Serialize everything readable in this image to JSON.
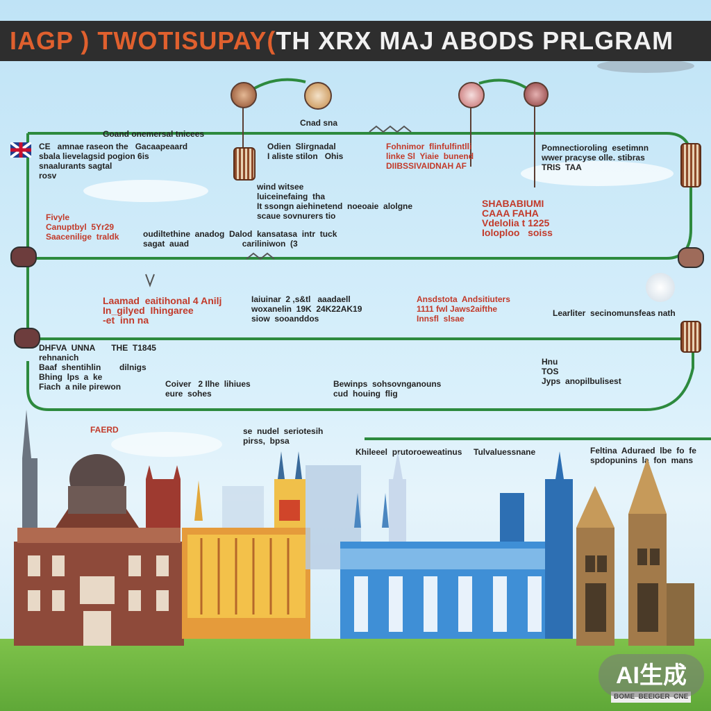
{
  "title": {
    "accent": "IAGP ) TWOTISUPAY(",
    "main": "TH XRX MAJ ABODS  PRLGRAM"
  },
  "labels": {
    "l1": "Cnad sna",
    "l2": "Goand onemersal tnicees",
    "l3": "CE   amnae raseon the   Gacaapeaard\nsbala lievelagsid pogion 6is\nsnaalurants sagtal\nrosv",
    "l4": "Odien  Slirgnadal\nI aliste stilon   Ohis",
    "l5": "Fohnimor  flinfulfintlli\nlinke Sl  Yiaie  bunend\nDIIBSSIVAIDNAH AF",
    "l6": "Pomnectioroling  esetimnn\nwwer pracyse olle. stibras\nTRIS  TAA",
    "l7": "wind witsee\nluiceinefaing  tha\nIt ssongn aiehinetend  noeoaie  alolgne\nscaue sovnurers tio",
    "l8": "SHABABIUMI\nCAAA FAHA\nVdelolia t 1225\nIoloploo   soiss",
    "l9": "Fivyle\nCanuptbyl  5Yr29\nSaacenilige  traldk",
    "l10": "oudiltethine  anadog  Dalod  kansatasa  intr  tuck\nsagat  auad                       cariliniwon  (3",
    "l11": "Laamad  eaitihonal 4 Anilj\nIn_gilyed  Ihingaree\n-et  inn na",
    "l12": "Iaiuinar  2 ,s&tl   aaadaell\nwoxanelin  19K  24K22AK19\nsiow  sooanddos",
    "l13": "Ansdstota  Andsitiuters\n1111 fwl Jaws2aifthe\nInnsfl  slsae",
    "l14": "Learliter  secinomunsfeas nath",
    "l15": "DHFVA  UNNA       THE  T1845\nrehnanich\nBaaf  shentihlin        dilnigs\nBhing  lps  a  ke\nFiach  a nile pirewon",
    "l16": "Coiver   2 Ilhe  lihiues\neure  sohes",
    "l17": "Bewinps  sohsovnganouns\ncud  houing  flig",
    "l18": "Hnu\nTOS\nJyps  anopilbulisest",
    "l19": "se  nudel  seriotesih\npirss,  bpsa",
    "l20": "FAERD",
    "l21": "Khileeel  prutoroeweatinus     Tulvaluessnane",
    "l22": "Feltina  Aduraed  lbe  fo  fe\nspdopunins  la  fon  mans",
    "l23": "BOME  BEEIGER  CNE"
  },
  "watermark": "AI生成",
  "colors": {
    "banner_bg": "#2e2e2e",
    "accent": "#e0602e",
    "path": "#2d8a3e",
    "sky": "#cfe9f7",
    "grass": "#6bb43e"
  }
}
